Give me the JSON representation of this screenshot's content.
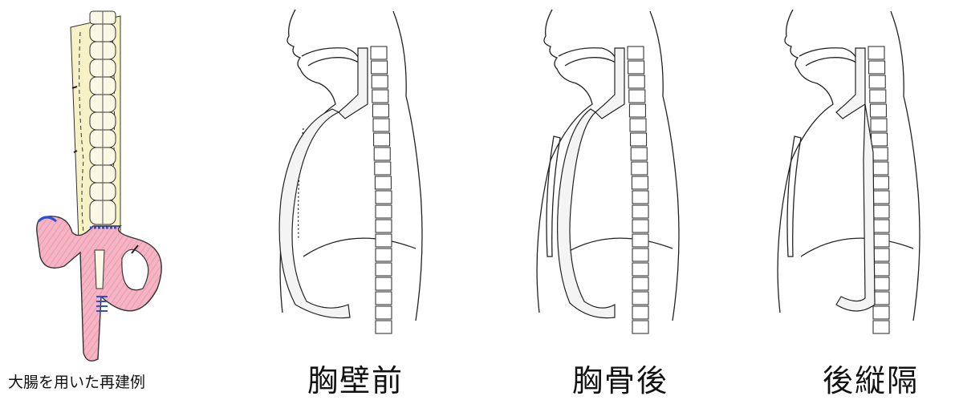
{
  "captions": {
    "colon_example": "大腸を用いた再建例",
    "antethoracic": "胸壁前",
    "retrosternal": "胸骨後",
    "posterior_mediastinal": "後縦隔"
  },
  "colors": {
    "colon_pink": "#f4b4c4",
    "colon_stripe": "#e98aa3",
    "background_yellow": "#f7f1c6",
    "suture_blue": "#2b4fd8",
    "line": "#222222"
  }
}
